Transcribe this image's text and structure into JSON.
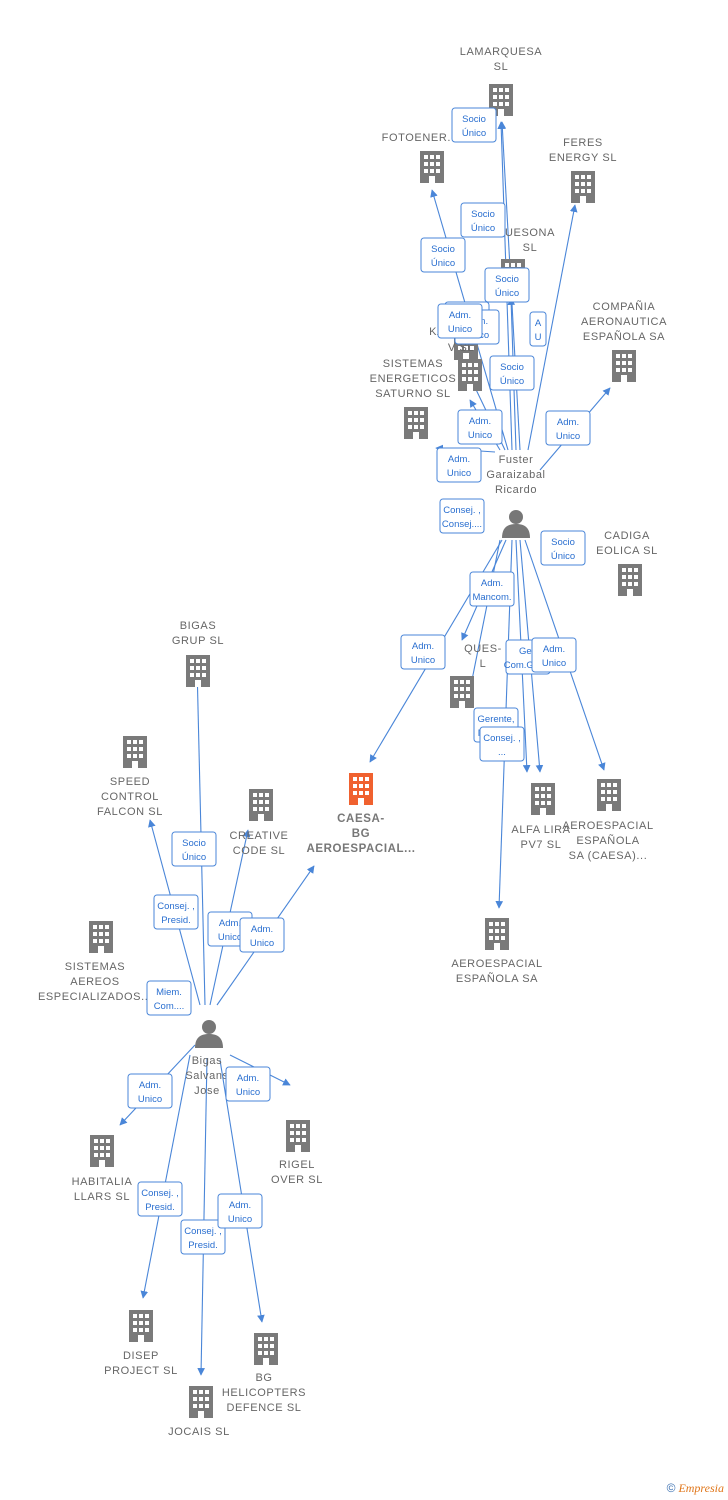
{
  "colors": {
    "edge": "#4a86d8",
    "building": "#7a7a7a",
    "main_building": "#f0612f",
    "person": "#777777"
  },
  "nodes": [
    {
      "id": "lamarquesa",
      "type": "company",
      "lines": [
        "LAMARQUESA",
        "SL"
      ]
    },
    {
      "id": "fotoener",
      "type": "company",
      "lines": [
        "FOTOENER..."
      ]
    },
    {
      "id": "feres",
      "type": "company",
      "lines": [
        "FERES",
        "ENERGY SL"
      ]
    },
    {
      "id": "uesona",
      "type": "company",
      "lines": [
        "UESONA",
        "SL"
      ]
    },
    {
      "id": "compania",
      "type": "company",
      "lines": [
        "COMPAÑIA",
        "AERONAUTICA",
        "ESPAÑOLA SA"
      ]
    },
    {
      "id": "ka",
      "type": "company",
      "lines": [
        "KA"
      ]
    },
    {
      "id": "vsl",
      "type": "company",
      "lines": [
        "V SL"
      ]
    },
    {
      "id": "sistemas_en",
      "type": "company",
      "lines": [
        "SISTEMAS",
        "ENERGETICOS",
        "SATURNO SL"
      ]
    },
    {
      "id": "fuster",
      "type": "person",
      "lines": [
        "Fuster",
        "Garaizabal",
        "Ricardo"
      ]
    },
    {
      "id": "cadiga",
      "type": "company",
      "lines": [
        "CADIGA",
        "EOLICA SL"
      ]
    },
    {
      "id": "ques",
      "type": "company",
      "lines": [
        "QUES-",
        "L"
      ]
    },
    {
      "id": "caesa_bg",
      "type": "company_main",
      "lines": [
        "CAESA-",
        "BG",
        "AEROESPACIAL..."
      ]
    },
    {
      "id": "alfa",
      "type": "company",
      "lines": [
        "ALFA LIRA",
        "PV7 SL"
      ]
    },
    {
      "id": "aero_caesa",
      "type": "company",
      "lines": [
        "AEROESPACIAL",
        "ESPAÑOLA",
        "SA (CAESA)..."
      ]
    },
    {
      "id": "aero_sa",
      "type": "company",
      "lines": [
        "AEROESPACIAL",
        "ESPAÑOLA SA"
      ]
    },
    {
      "id": "bigas_grup",
      "type": "company",
      "lines": [
        "BIGAS",
        "GRUP SL"
      ]
    },
    {
      "id": "speed",
      "type": "company",
      "lines": [
        "SPEED",
        "CONTROL",
        "FALCON SL"
      ]
    },
    {
      "id": "creative",
      "type": "company",
      "lines": [
        "CREATIVE",
        "CODE SL"
      ]
    },
    {
      "id": "sistemas_ae",
      "type": "company",
      "lines": [
        "SISTEMAS",
        "AEREOS",
        "ESPECIALIZADOS..."
      ]
    },
    {
      "id": "bigas",
      "type": "person",
      "lines": [
        "Bigas",
        "Salvans",
        "Jose"
      ]
    },
    {
      "id": "habitalia",
      "type": "company",
      "lines": [
        "HABITALIA",
        "LLARS SL"
      ]
    },
    {
      "id": "rigel",
      "type": "company",
      "lines": [
        "RIGEL",
        "OVER SL"
      ]
    },
    {
      "id": "disep",
      "type": "company",
      "lines": [
        "DISEP",
        "PROJECT SL"
      ]
    },
    {
      "id": "jocais",
      "type": "company",
      "lines": [
        "JOCAIS SL"
      ]
    },
    {
      "id": "bg_heli",
      "type": "company",
      "lines": [
        "BG",
        "HELICOPTERS",
        "DEFENCE SL"
      ]
    }
  ],
  "edge_labels": [
    [
      "Socio",
      "Único"
    ],
    [
      "Socio",
      "Único"
    ],
    [
      "Socio",
      "Único"
    ],
    [
      "Socio",
      "Único"
    ],
    [
      "Adm.",
      "Unico"
    ],
    [
      "Adm.",
      "Unico"
    ],
    [
      "A",
      "U"
    ],
    [
      "Socio",
      "Único"
    ],
    [
      "Adm.",
      "Unico"
    ],
    [
      "Adm.",
      "Unico"
    ],
    [
      "Adm.",
      "Unico"
    ],
    [
      "Consej. ,",
      "Consej...."
    ],
    [
      "Socio",
      "Único"
    ],
    [
      "Adm.",
      "Mancom."
    ],
    [
      "Adm.",
      "Unico"
    ],
    [
      "Ger.",
      "Com.Ger,..."
    ],
    [
      "Adm.",
      "Unico"
    ],
    [
      "Gerente,",
      "Miem. ..."
    ],
    [
      "Consej. ,",
      "..."
    ],
    [
      "Socio",
      "Único"
    ],
    [
      "Consej. ,",
      "Presid."
    ],
    [
      "Adm.",
      "Unico"
    ],
    [
      "Adm.",
      "Unico"
    ],
    [
      "Miem.",
      "Com...."
    ],
    [
      "Adm.",
      "Unico"
    ],
    [
      "Adm.",
      "Unico"
    ],
    [
      "Consej. ,",
      "Presid."
    ],
    [
      "Consej. ,",
      "Presid."
    ],
    [
      "Adm.",
      "Unico"
    ],
    [
      "Adm.",
      "Unico"
    ]
  ],
  "footer": {
    "copyright": "©",
    "brand": "Empresia"
  }
}
